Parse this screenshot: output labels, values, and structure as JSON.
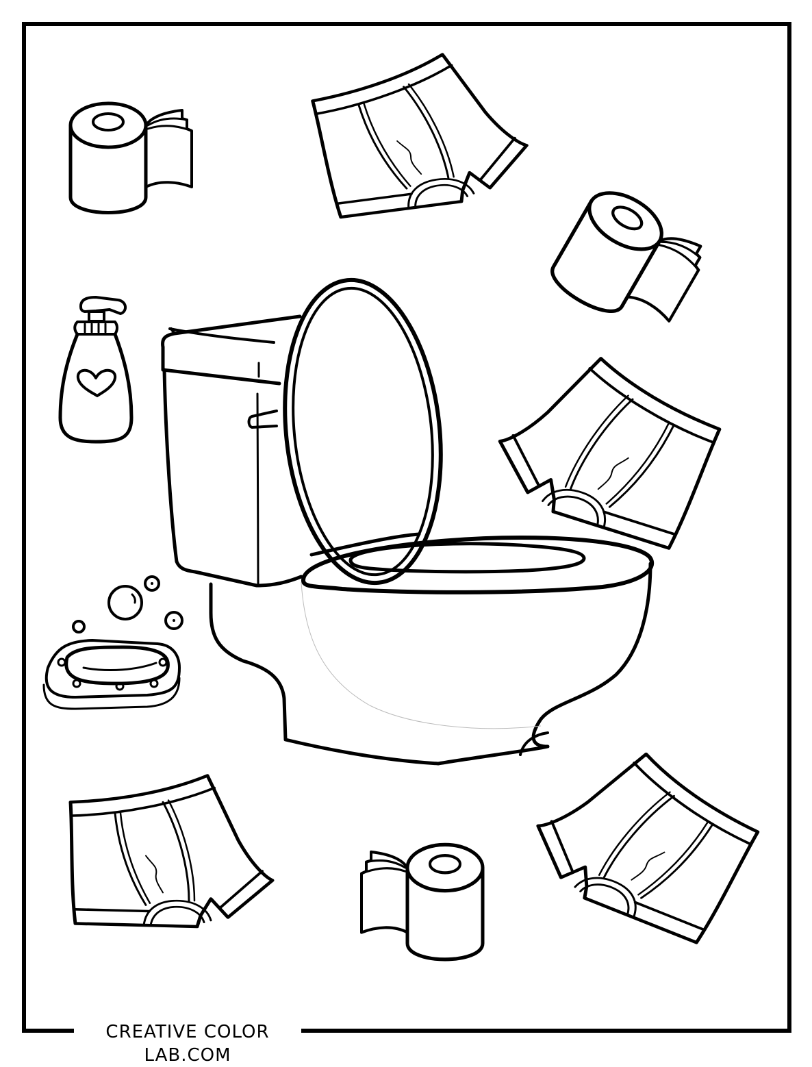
{
  "page": {
    "type": "coloring-page",
    "theme": "bathroom / potty training",
    "colors": {
      "ink": "#000000",
      "paper": "#ffffff"
    }
  },
  "footer": {
    "watermark": "CREATIVE COLOR LAB.COM"
  },
  "illustrations": [
    {
      "name": "toilet",
      "position": "center"
    },
    {
      "name": "toilet-paper-roll",
      "position": "top-left"
    },
    {
      "name": "toilet-paper-roll",
      "position": "top-right"
    },
    {
      "name": "toilet-paper-roll",
      "position": "bottom-center"
    },
    {
      "name": "underwear-briefs",
      "position": "top-center"
    },
    {
      "name": "underwear-briefs",
      "position": "middle-right"
    },
    {
      "name": "underwear-briefs",
      "position": "bottom-left"
    },
    {
      "name": "underwear-briefs",
      "position": "bottom-right"
    },
    {
      "name": "soap-pump-bottle",
      "position": "middle-left",
      "decoration": "heart"
    },
    {
      "name": "soap-bar-dish",
      "position": "lower-left",
      "decoration": "bubbles"
    }
  ]
}
